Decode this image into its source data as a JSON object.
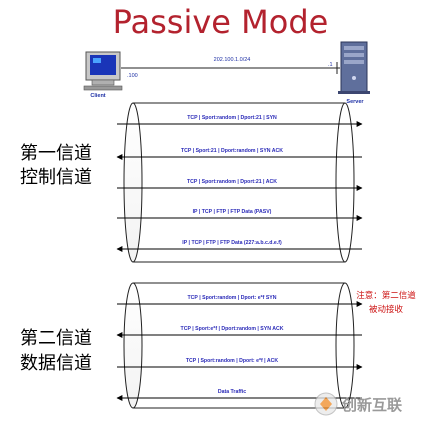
{
  "title": "Passive Mode",
  "network": {
    "subnet": "202.100.1.0/24",
    "client_ip": ".100",
    "server_ip": ".1"
  },
  "nodes": {
    "client": "Client",
    "server": "Server"
  },
  "channel_labels": {
    "control_line1": "第一信道",
    "control_line2": "控制信道",
    "data_line1": "第二信道",
    "data_line2": "数据信道"
  },
  "note": {
    "line1": "注意：第二信道",
    "line2": "被动接收"
  },
  "control_messages": [
    {
      "text": "TCP | Sport:random | Dport:21 | SYN",
      "direction": "to-server"
    },
    {
      "text": "TCP | Sport:21 | Dport:random | SYN ACK",
      "direction": "to-client"
    },
    {
      "text": "TCP | Sport:random | Dport:21 | ACK",
      "direction": "to-server"
    },
    {
      "text": "IP | TCP | FTP | FTP Data (PASV)",
      "direction": "to-server"
    },
    {
      "text": "IP | TCP | FTP | FTP Data (227:a.b.c.d.e.f)",
      "direction": "to-client"
    }
  ],
  "data_messages": [
    {
      "text": "TCP | Sport:random | Dport: e*f SYN",
      "direction": "to-server"
    },
    {
      "text": "TCP | Sport:e*f | Dport:random | SYN ACK",
      "direction": "to-client"
    },
    {
      "text": "TCP | Sport:random | Dport: e*f | ACK",
      "direction": "to-server"
    },
    {
      "text": "Data Traffic",
      "direction": "to-client"
    }
  ],
  "watermark": "创新互联",
  "colors": {
    "title": "#b3222e",
    "message_text": "#2b2bb8",
    "arrow": "#000000",
    "note": "#cc1111",
    "watermark": "#999999"
  },
  "icons": {
    "client": "desktop-computer-icon",
    "server": "server-tower-icon",
    "watermark": "logo-icon"
  }
}
